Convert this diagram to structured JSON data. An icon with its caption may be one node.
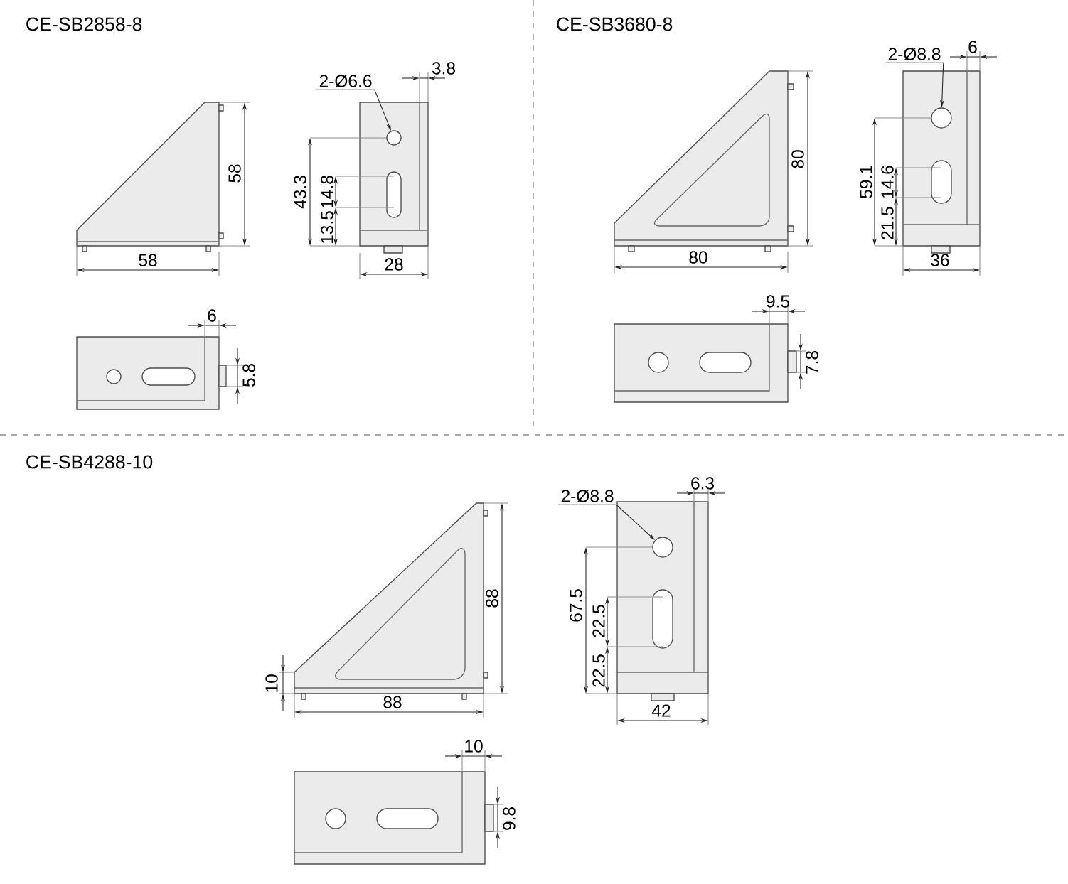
{
  "diagram": {
    "nodes": [
      {
        "text": [
          "2-Ø6.6"
        ]
      },
      {
        "text": [],
        "shape": "circle"
      },
      {
        "text": [
          "2-Ø8.8"
        ]
      },
      {
        "text": [],
        "shape": "circle"
      },
      {
        "text": [
          "2-Ø8.8"
        ]
      },
      {
        "text": [],
        "shape": "circle"
      }
    ],
    "edges": [
      {
        "from": 0,
        "to": 1,
        "arrow": "to"
      },
      {
        "from": 2,
        "to": 3,
        "arrow": "to"
      },
      {
        "from": 4,
        "to": 5,
        "arrow": "to"
      }
    ],
    "labels": [
      "CE-SB2858-8",
      "3.8",
      "58",
      "58",
      "43.3",
      "14.8",
      "13.5",
      "28",
      "6",
      "5.8",
      "CE-SB3680-8",
      "6",
      "80",
      "80",
      "59.1",
      "14.6",
      "21.5",
      "36",
      "9.5",
      "7.8",
      "CE-SB4288-10",
      "6.3",
      "88",
      "10",
      "88",
      "67.5",
      "22.5",
      "22.5",
      "42",
      "10",
      "9.8"
    ]
  }
}
